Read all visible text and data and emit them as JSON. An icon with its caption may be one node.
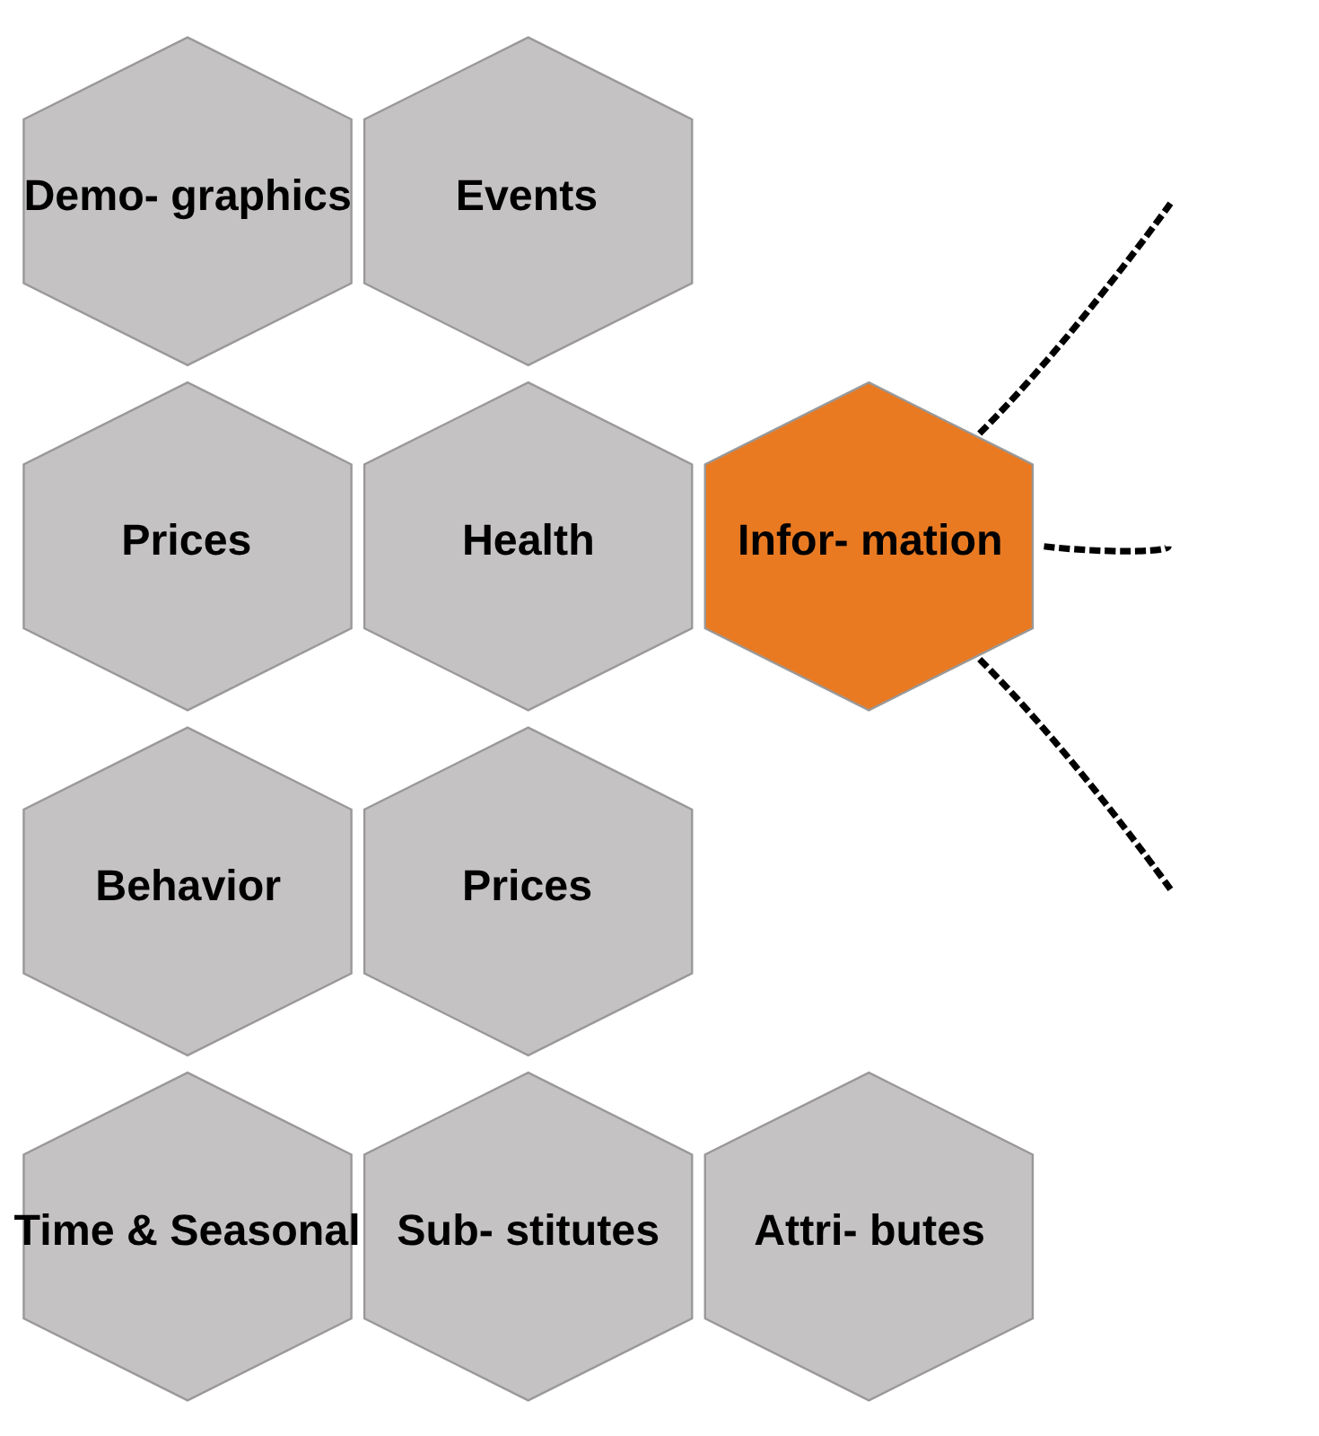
{
  "diagram": {
    "nodes": [
      {
        "text": [
          "Demo- graphics"
        ]
      },
      {
        "text": [
          "Events"
        ]
      },
      {
        "text": [
          "Prices"
        ]
      },
      {
        "text": [
          "Health"
        ]
      },
      {
        "text": [
          "Infor- mation"
        ]
      },
      {
        "text": [
          "Behavior"
        ]
      },
      {
        "text": [
          "Prices"
        ]
      },
      {
        "text": [
          "Time & Seasonal"
        ]
      },
      {
        "text": [
          "Sub- stitutes"
        ]
      },
      {
        "text": [
          "Attri- butes"
        ]
      }
    ],
    "edges": [
      {
        "from": 4,
        "to": null,
        "arrow": "none",
        "style": "dashed"
      },
      {
        "from": 4,
        "to": null,
        "arrow": "none",
        "style": "dashed"
      },
      {
        "from": 4,
        "to": null,
        "arrow": "none",
        "style": "dashed"
      }
    ]
  }
}
